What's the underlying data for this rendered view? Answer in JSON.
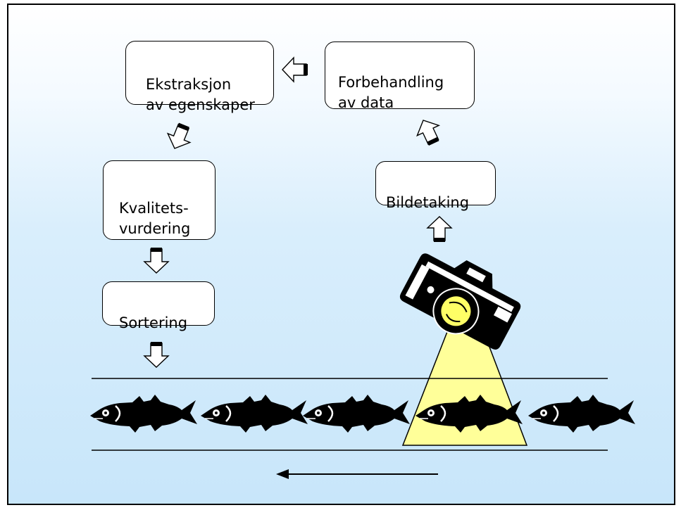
{
  "boxes": {
    "ekstraksjon": "Ekstraksjon\nav egenskaper",
    "forbehandling": "Forbehandling\nav data",
    "kvalitet": "Kvalitets-\nvurdering",
    "bildetaking": "Bildetaking",
    "sortering": "Sortering"
  },
  "colors": {
    "background_top": "#ffffff",
    "background_bottom": "#c8e6fa",
    "light_cone": "#ffff99",
    "fish": "#000000"
  },
  "icons": [
    "camera-icon",
    "fish-icon",
    "block-arrow-icon",
    "direction-arrow-icon"
  ]
}
